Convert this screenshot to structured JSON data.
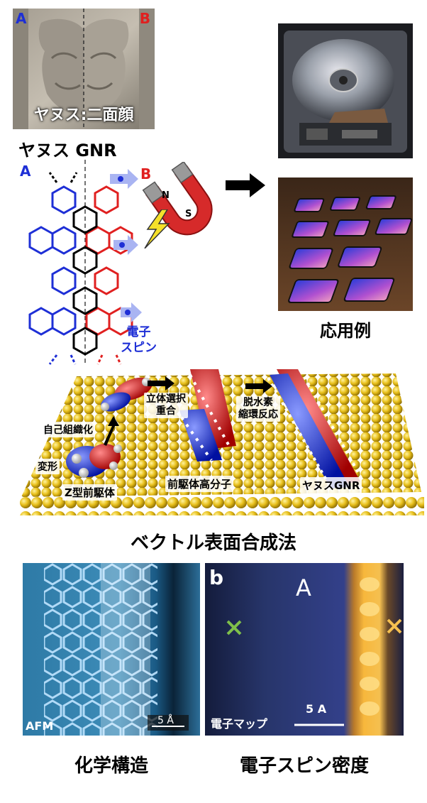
{
  "janus_photo": {
    "label_a": "A",
    "label_b": "B",
    "caption": "ヤヌス:二面顔",
    "colors": {
      "a": "#1e2fd6",
      "b": "#e02020"
    }
  },
  "gnr_title": "ヤヌス GNR",
  "gnr_diagram": {
    "label_a": "A",
    "label_b": "B",
    "spin_label_line1": "電子",
    "spin_label_line2": "スピン",
    "magnet_n": "N",
    "magnet_s": "S"
  },
  "applications": {
    "caption": "応用例"
  },
  "synthesis": {
    "step1_line1": "立体選択",
    "step1_line2": "重合",
    "step2_line1": "脱水素",
    "step2_line2": "縮環反応",
    "self_assembly": "自己組織化",
    "deformation": "変形",
    "precursor": "Z型前駆体",
    "polymer": "前駆体高分子",
    "product": "ヤヌスGNR",
    "caption": "ベクトル表面合成法"
  },
  "afm_image": {
    "corner_label": "AFM",
    "scale_label": "5 Å",
    "caption": "化学構造"
  },
  "spin_map_image": {
    "panel_letter": "b",
    "region_label": "A",
    "corner_label": "電子マップ",
    "scale_label": "5 A",
    "caption": "電子スピン密度"
  }
}
